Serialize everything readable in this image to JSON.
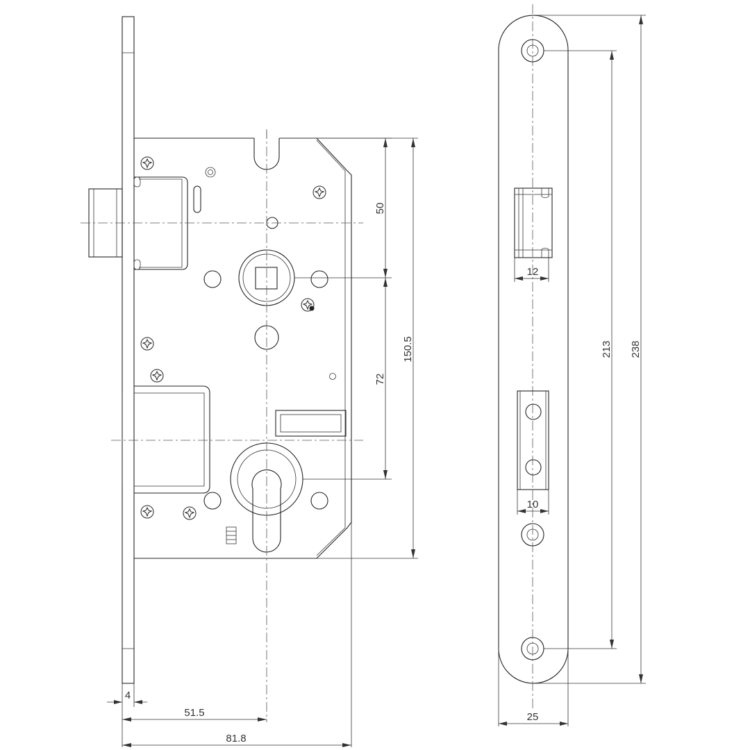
{
  "dimensions": {
    "faceplate_thickness": "4",
    "backset": "51.5",
    "case_depth": "81.8",
    "handle_to_lower_center": "72",
    "top_to_handle": "50",
    "case_height": "150.5",
    "latch_width": "12",
    "bolt_width": "10",
    "faceplate_width": "25",
    "screw_spacing": "213",
    "faceplate_length": "238"
  }
}
